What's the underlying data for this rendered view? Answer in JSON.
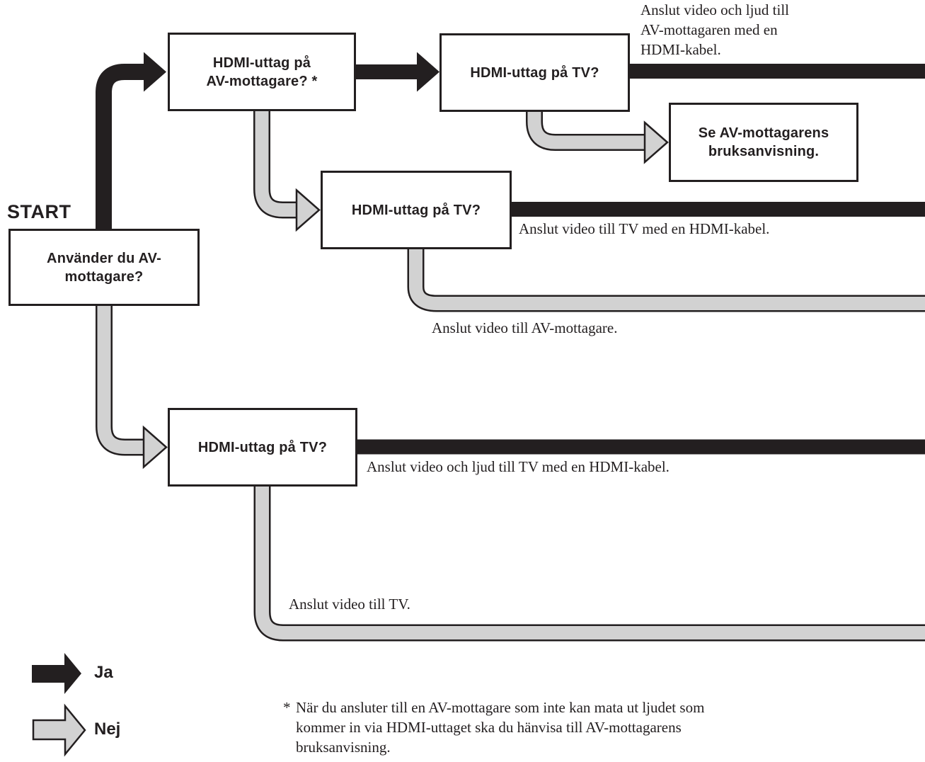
{
  "start_label": "START",
  "boxes": {
    "b1": {
      "line1": "HDMI-uttag på",
      "line2": "AV-mottagare? *"
    },
    "b2": {
      "line1": "HDMI-uttag på TV?"
    },
    "b3": {
      "line1": "Se AV-mottagarens",
      "line2": "bruksanvisning."
    },
    "b4": {
      "line1": "HDMI-uttag på TV?"
    },
    "b5": {
      "line1": "Använder du AV-",
      "line2": "mottagare?"
    },
    "b6": {
      "line1": "HDMI-uttag på TV?"
    }
  },
  "annotations": {
    "connect_av_line1": "Anslut video och ljud till",
    "connect_av_line2": "AV-mottagaren med en",
    "connect_av_line3": "HDMI-kabel.",
    "video_tv_hdmi": "Anslut video till TV med en HDMI-kabel.",
    "video_av": "Anslut video till AV-mottagare.",
    "video_audio_tv_hdmi": "Anslut video och ljud till TV med en HDMI-kabel.",
    "video_tv": "Anslut video till TV."
  },
  "legend": {
    "yes": "Ja",
    "no": "Nej"
  },
  "footnote": {
    "marker": "*",
    "line1": "När du ansluter till en AV-mottagare som inte kan mata ut ljudet som",
    "line2": "kommer in via HDMI-uttaget ska du hänvisa till AV-mottagarens",
    "line3": "bruksanvisning."
  },
  "colors": {
    "line_black": "#231f20",
    "arrow_gray": "#d2d2d2",
    "background": "#ffffff"
  }
}
